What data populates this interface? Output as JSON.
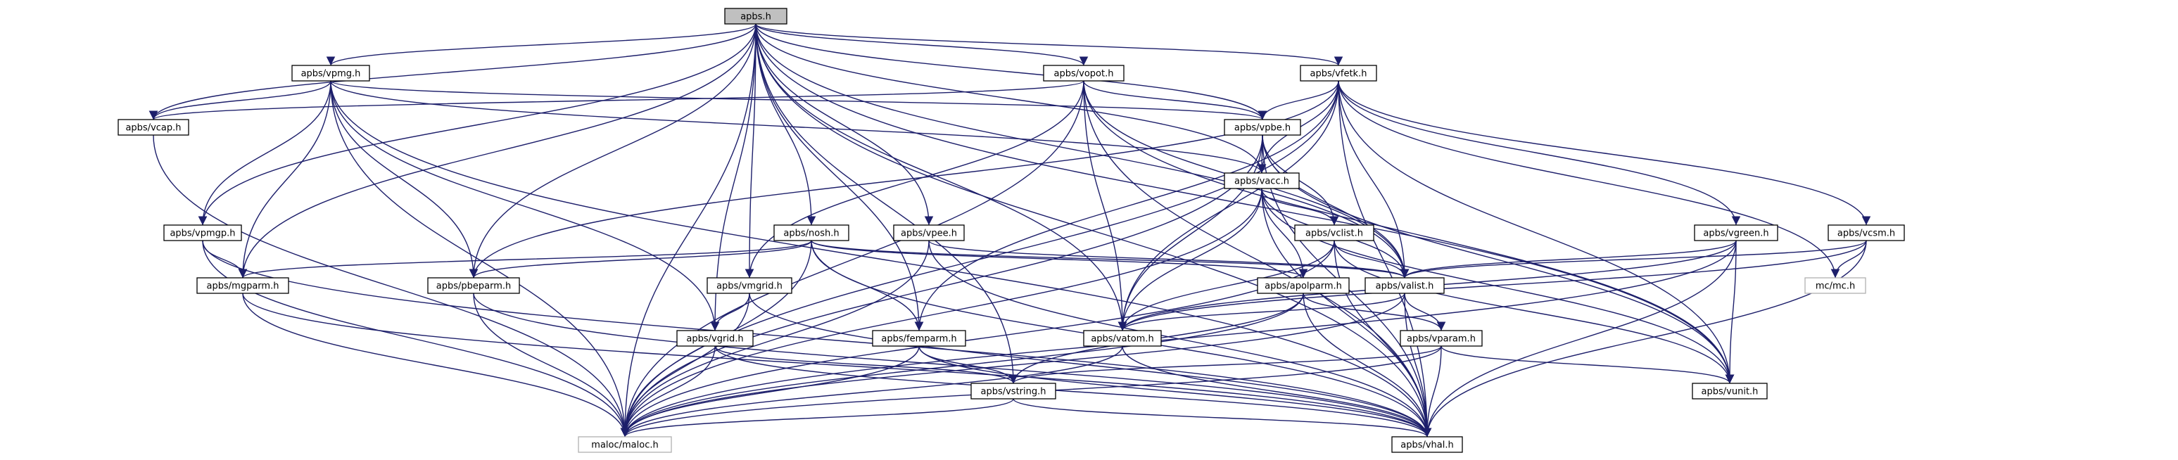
{
  "title": "apbs.h",
  "colors": {
    "edge": "#1d1f6b",
    "root_fill": "#c0c0c0",
    "node_border": "#000000",
    "external_border": "#b0b0b0",
    "background": "#ffffff"
  },
  "nodes": [
    {
      "id": "apbs",
      "label": "apbs.h",
      "kind": "root"
    },
    {
      "id": "vpmg",
      "label": "apbs/vpmg.h",
      "kind": "file"
    },
    {
      "id": "vopot",
      "label": "apbs/vopot.h",
      "kind": "file"
    },
    {
      "id": "vfetk",
      "label": "apbs/vfetk.h",
      "kind": "file"
    },
    {
      "id": "vcap",
      "label": "apbs/vcap.h",
      "kind": "file"
    },
    {
      "id": "vpbe",
      "label": "apbs/vpbe.h",
      "kind": "file"
    },
    {
      "id": "vacc",
      "label": "apbs/vacc.h",
      "kind": "file"
    },
    {
      "id": "vpmgp",
      "label": "apbs/vpmgp.h",
      "kind": "file"
    },
    {
      "id": "nosh",
      "label": "apbs/nosh.h",
      "kind": "file"
    },
    {
      "id": "vpee",
      "label": "apbs/vpee.h",
      "kind": "file"
    },
    {
      "id": "vclist",
      "label": "apbs/vclist.h",
      "kind": "file"
    },
    {
      "id": "vgreen",
      "label": "apbs/vgreen.h",
      "kind": "file"
    },
    {
      "id": "vcsm",
      "label": "apbs/vcsm.h",
      "kind": "file"
    },
    {
      "id": "mgparm",
      "label": "apbs/mgparm.h",
      "kind": "file"
    },
    {
      "id": "pbeparm",
      "label": "apbs/pbeparm.h",
      "kind": "file"
    },
    {
      "id": "vmgrid",
      "label": "apbs/vmgrid.h",
      "kind": "file"
    },
    {
      "id": "apolparm",
      "label": "apbs/apolparm.h",
      "kind": "file"
    },
    {
      "id": "valist",
      "label": "apbs/valist.h",
      "kind": "file"
    },
    {
      "id": "mcmc",
      "label": "mc/mc.h",
      "kind": "external"
    },
    {
      "id": "vgrid",
      "label": "apbs/vgrid.h",
      "kind": "file"
    },
    {
      "id": "femparm",
      "label": "apbs/femparm.h",
      "kind": "file"
    },
    {
      "id": "vatom",
      "label": "apbs/vatom.h",
      "kind": "file"
    },
    {
      "id": "vparam",
      "label": "apbs/vparam.h",
      "kind": "file"
    },
    {
      "id": "vstring",
      "label": "apbs/vstring.h",
      "kind": "file"
    },
    {
      "id": "vunit",
      "label": "apbs/vunit.h",
      "kind": "file"
    },
    {
      "id": "maloc",
      "label": "maloc/maloc.h",
      "kind": "external"
    },
    {
      "id": "vhal",
      "label": "apbs/vhal.h",
      "kind": "file"
    }
  ],
  "edges": [
    [
      "apbs",
      "vpmg"
    ],
    [
      "apbs",
      "vopot"
    ],
    [
      "apbs",
      "vfetk"
    ],
    [
      "apbs",
      "vcap"
    ],
    [
      "apbs",
      "vpbe"
    ],
    [
      "apbs",
      "vacc"
    ],
    [
      "apbs",
      "vpmgp"
    ],
    [
      "apbs",
      "nosh"
    ],
    [
      "apbs",
      "vpee"
    ],
    [
      "apbs",
      "mgparm"
    ],
    [
      "apbs",
      "pbeparm"
    ],
    [
      "apbs",
      "vmgrid"
    ],
    [
      "apbs",
      "valist"
    ],
    [
      "apbs",
      "vgrid"
    ],
    [
      "apbs",
      "femparm"
    ],
    [
      "apbs",
      "vatom"
    ],
    [
      "apbs",
      "vstring"
    ],
    [
      "apbs",
      "vunit"
    ],
    [
      "apbs",
      "maloc"
    ],
    [
      "apbs",
      "vhal"
    ],
    [
      "vpmg",
      "vcap"
    ],
    [
      "vpmg",
      "vpbe"
    ],
    [
      "vpmg",
      "vacc"
    ],
    [
      "vpmg",
      "vpmgp"
    ],
    [
      "vpmg",
      "mgparm"
    ],
    [
      "vpmg",
      "pbeparm"
    ],
    [
      "vpmg",
      "vgrid"
    ],
    [
      "vpmg",
      "maloc"
    ],
    [
      "vpmg",
      "vhal"
    ],
    [
      "vopot",
      "vcap"
    ],
    [
      "vopot",
      "vpbe"
    ],
    [
      "vopot",
      "vmgrid"
    ],
    [
      "vopot",
      "valist"
    ],
    [
      "vopot",
      "vatom"
    ],
    [
      "vopot",
      "vunit"
    ],
    [
      "vopot",
      "maloc"
    ],
    [
      "vopot",
      "vhal"
    ],
    [
      "vfetk",
      "vpbe"
    ],
    [
      "vfetk",
      "vacc"
    ],
    [
      "vfetk",
      "vgreen"
    ],
    [
      "vfetk",
      "vcsm"
    ],
    [
      "vfetk",
      "pbeparm"
    ],
    [
      "vfetk",
      "femparm"
    ],
    [
      "vfetk",
      "valist"
    ],
    [
      "vfetk",
      "mcmc"
    ],
    [
      "vfetk",
      "vatom"
    ],
    [
      "vfetk",
      "vunit"
    ],
    [
      "vfetk",
      "maloc"
    ],
    [
      "vfetk",
      "vhal"
    ],
    [
      "vcap",
      "maloc"
    ],
    [
      "vpbe",
      "vacc"
    ],
    [
      "vpbe",
      "vclist"
    ],
    [
      "vpbe",
      "valist"
    ],
    [
      "vpbe",
      "vatom"
    ],
    [
      "vpbe",
      "vunit"
    ],
    [
      "vpbe",
      "maloc"
    ],
    [
      "vpbe",
      "vhal"
    ],
    [
      "vacc",
      "vclist"
    ],
    [
      "vacc",
      "apolparm"
    ],
    [
      "vacc",
      "valist"
    ],
    [
      "vacc",
      "vatom"
    ],
    [
      "vacc",
      "vunit"
    ],
    [
      "vacc",
      "maloc"
    ],
    [
      "vacc",
      "vhal"
    ],
    [
      "vpmgp",
      "mgparm"
    ],
    [
      "vpmgp",
      "maloc"
    ],
    [
      "vpmgp",
      "vhal"
    ],
    [
      "nosh",
      "mgparm"
    ],
    [
      "nosh",
      "pbeparm"
    ],
    [
      "nosh",
      "apolparm"
    ],
    [
      "nosh",
      "femparm"
    ],
    [
      "nosh",
      "valist"
    ],
    [
      "nosh",
      "maloc"
    ],
    [
      "nosh",
      "vhal"
    ],
    [
      "vpee",
      "valist"
    ],
    [
      "vpee",
      "maloc"
    ],
    [
      "vpee",
      "vhal"
    ],
    [
      "vclist",
      "valist"
    ],
    [
      "vclist",
      "vatom"
    ],
    [
      "vclist",
      "vunit"
    ],
    [
      "vclist",
      "maloc"
    ],
    [
      "vclist",
      "vhal"
    ],
    [
      "vgreen",
      "valist"
    ],
    [
      "vgreen",
      "vatom"
    ],
    [
      "vgreen",
      "vunit"
    ],
    [
      "vgreen",
      "maloc"
    ],
    [
      "vgreen",
      "vhal"
    ],
    [
      "vcsm",
      "valist"
    ],
    [
      "vcsm",
      "mcmc"
    ],
    [
      "vcsm",
      "vatom"
    ],
    [
      "vcsm",
      "vhal"
    ],
    [
      "mgparm",
      "maloc"
    ],
    [
      "mgparm",
      "vhal"
    ],
    [
      "pbeparm",
      "maloc"
    ],
    [
      "pbeparm",
      "vhal"
    ],
    [
      "vmgrid",
      "vgrid"
    ],
    [
      "vmgrid",
      "maloc"
    ],
    [
      "vmgrid",
      "vhal"
    ],
    [
      "apolparm",
      "vparam"
    ],
    [
      "apolparm",
      "vstring"
    ],
    [
      "apolparm",
      "maloc"
    ],
    [
      "apolparm",
      "vhal"
    ],
    [
      "valist",
      "vatom"
    ],
    [
      "valist",
      "vparam"
    ],
    [
      "valist",
      "maloc"
    ],
    [
      "valist",
      "vhal"
    ],
    [
      "vgrid",
      "vstring"
    ],
    [
      "vgrid",
      "maloc"
    ],
    [
      "vgrid",
      "vhal"
    ],
    [
      "femparm",
      "vstring"
    ],
    [
      "femparm",
      "maloc"
    ],
    [
      "femparm",
      "vhal"
    ],
    [
      "vatom",
      "maloc"
    ],
    [
      "vatom",
      "vhal"
    ],
    [
      "vparam",
      "vstring"
    ],
    [
      "vparam",
      "vunit"
    ],
    [
      "vparam",
      "maloc"
    ],
    [
      "vparam",
      "vhal"
    ],
    [
      "vstring",
      "maloc"
    ],
    [
      "vstring",
      "vhal"
    ]
  ]
}
